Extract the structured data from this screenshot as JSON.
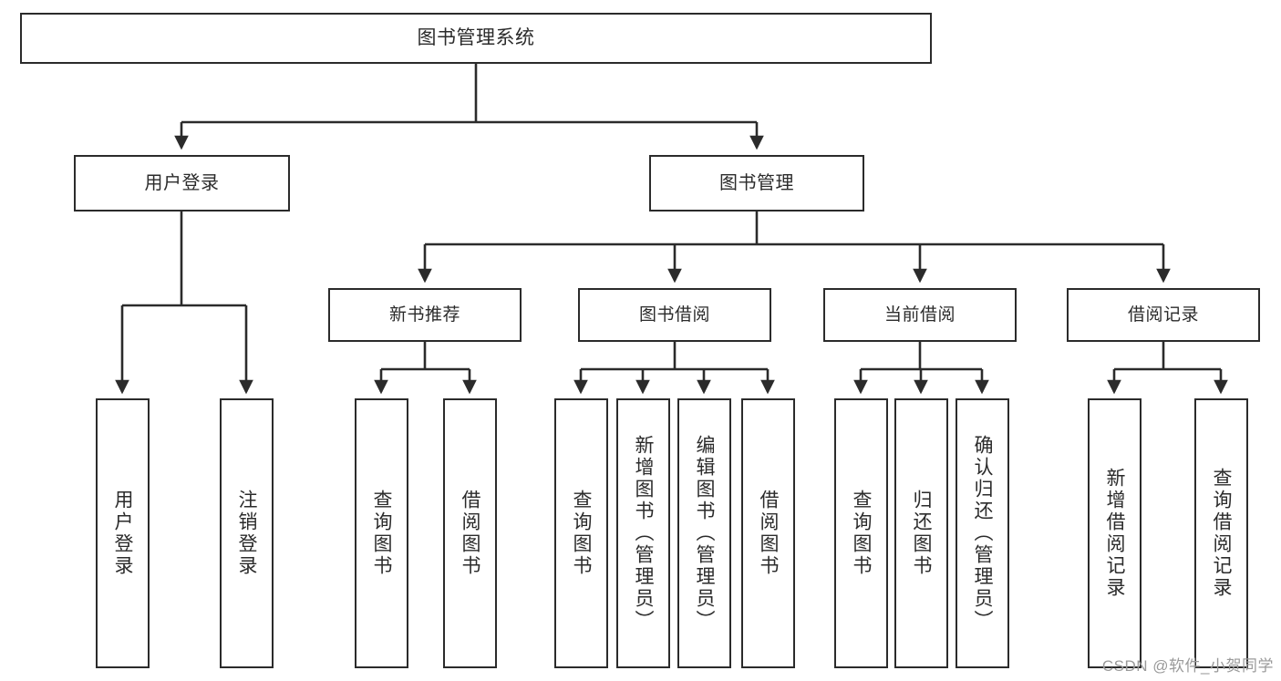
{
  "diagram": {
    "type": "hierarchy-tree",
    "title": "图书管理系统",
    "root": {
      "id": "root",
      "label": "图书管理系统"
    },
    "level1": [
      {
        "id": "user-login",
        "label": "用户登录"
      },
      {
        "id": "book-management",
        "label": "图书管理"
      }
    ],
    "level2": [
      {
        "id": "new-book-recommend",
        "label": "新书推荐",
        "parent": "book-management"
      },
      {
        "id": "book-borrow",
        "label": "图书借阅",
        "parent": "book-management"
      },
      {
        "id": "current-borrow",
        "label": "当前借阅",
        "parent": "book-management"
      },
      {
        "id": "borrow-record",
        "label": "借阅记录",
        "parent": "book-management"
      }
    ],
    "leaves": [
      {
        "id": "leaf-user-login",
        "label": "用户登录",
        "parent": "user-login"
      },
      {
        "id": "leaf-logout",
        "label": "注销登录",
        "parent": "user-login"
      },
      {
        "id": "leaf-query-book-1",
        "label": "查询图书",
        "parent": "new-book-recommend"
      },
      {
        "id": "leaf-borrow-book-1",
        "label": "借阅图书",
        "parent": "new-book-recommend"
      },
      {
        "id": "leaf-query-book-2",
        "label": "查询图书",
        "parent": "book-borrow"
      },
      {
        "id": "leaf-add-book",
        "label": "新增图书（管理员）",
        "parent": "book-borrow"
      },
      {
        "id": "leaf-edit-book",
        "label": "编辑图书（管理员）",
        "parent": "book-borrow"
      },
      {
        "id": "leaf-borrow-book-2",
        "label": "借阅图书",
        "parent": "book-borrow"
      },
      {
        "id": "leaf-query-book-3",
        "label": "查询图书",
        "parent": "current-borrow"
      },
      {
        "id": "leaf-return-book",
        "label": "归还图书",
        "parent": "current-borrow"
      },
      {
        "id": "leaf-confirm-return",
        "label": "确认归还（管理员）",
        "parent": "current-borrow"
      },
      {
        "id": "leaf-add-record",
        "label": "新增借阅记录",
        "parent": "borrow-record"
      },
      {
        "id": "leaf-query-record",
        "label": "查询借阅记录",
        "parent": "borrow-record"
      }
    ]
  },
  "watermark": {
    "text": "CSDN @软件_小贺同学"
  },
  "colors": {
    "stroke": "#2b2b2b",
    "fill": "#ffffff",
    "text": "#2b2b2b",
    "watermark": "#9a9a9a"
  }
}
